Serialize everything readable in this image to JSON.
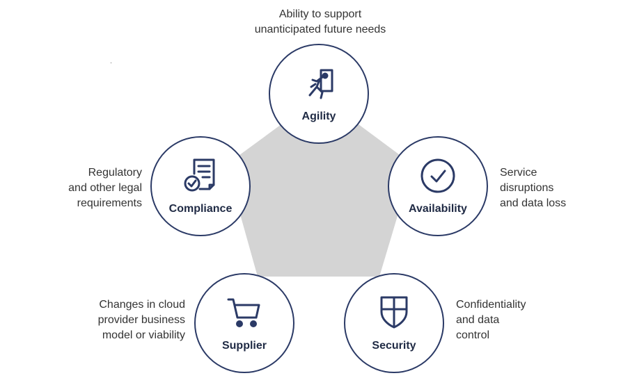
{
  "nodes": {
    "agility": {
      "title": "Agility",
      "icon": "running-exit-icon",
      "description": [
        "Ability to support",
        "unanticipated future needs"
      ]
    },
    "availability": {
      "title": "Availability",
      "icon": "checkmark-circle-icon",
      "description": [
        "Service",
        "disruptions",
        "and data loss"
      ]
    },
    "security": {
      "title": "Security",
      "icon": "shield-icon",
      "description": [
        "Confidentiality",
        "and data",
        "control"
      ]
    },
    "supplier": {
      "title": "Supplier",
      "icon": "shopping-cart-icon",
      "description": [
        "Changes in cloud",
        "provider business",
        "model or viability"
      ]
    },
    "compliance": {
      "title": "Compliance",
      "icon": "certified-document-icon",
      "description": [
        "Regulatory",
        "and other legal",
        "requirements"
      ]
    }
  },
  "colors": {
    "outline": "#2b3a66",
    "pentagon_fill": "#d4d4d4",
    "text": "#333333"
  }
}
